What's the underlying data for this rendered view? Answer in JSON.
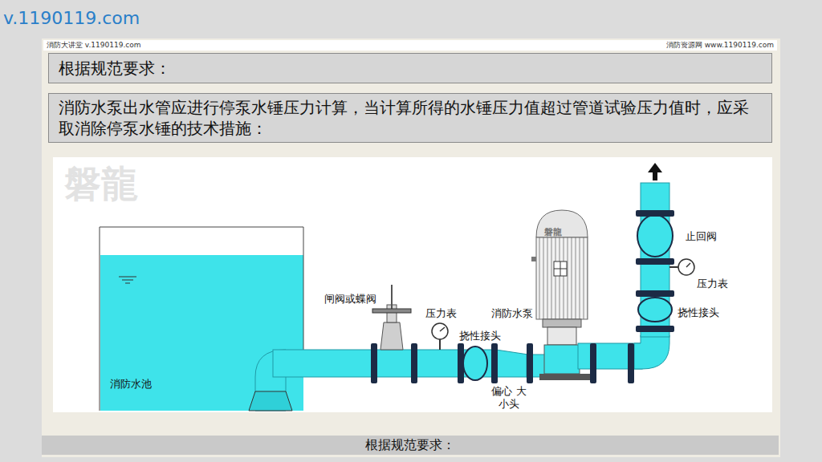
{
  "diagram": {
    "nodes": [
      {
        "text": [
          "根据规范要求："
        ]
      },
      {
        "text": [
          "消防水泵出水管应进行停泵水锤压力计算，当计算所得的水锤压力值超过管道试验压力值时，应采取消除停泵水锤的技术措施："
        ]
      },
      {
        "text": [
          "消防水池"
        ]
      },
      {
        "text": [
          "根据规范要求："
        ]
      }
    ],
    "labels": [
      "v.1190119.com",
      "消防大讲堂 v.1190119.com",
      "消防资源网 www.1190119.com",
      "磐龍",
      "磐龍",
      "闸阀或蝶阀",
      "压力表",
      "挠性接头",
      "消防水泵",
      "偏心 大小头",
      "止回阀",
      "压力表",
      "挠性接头"
    ]
  }
}
